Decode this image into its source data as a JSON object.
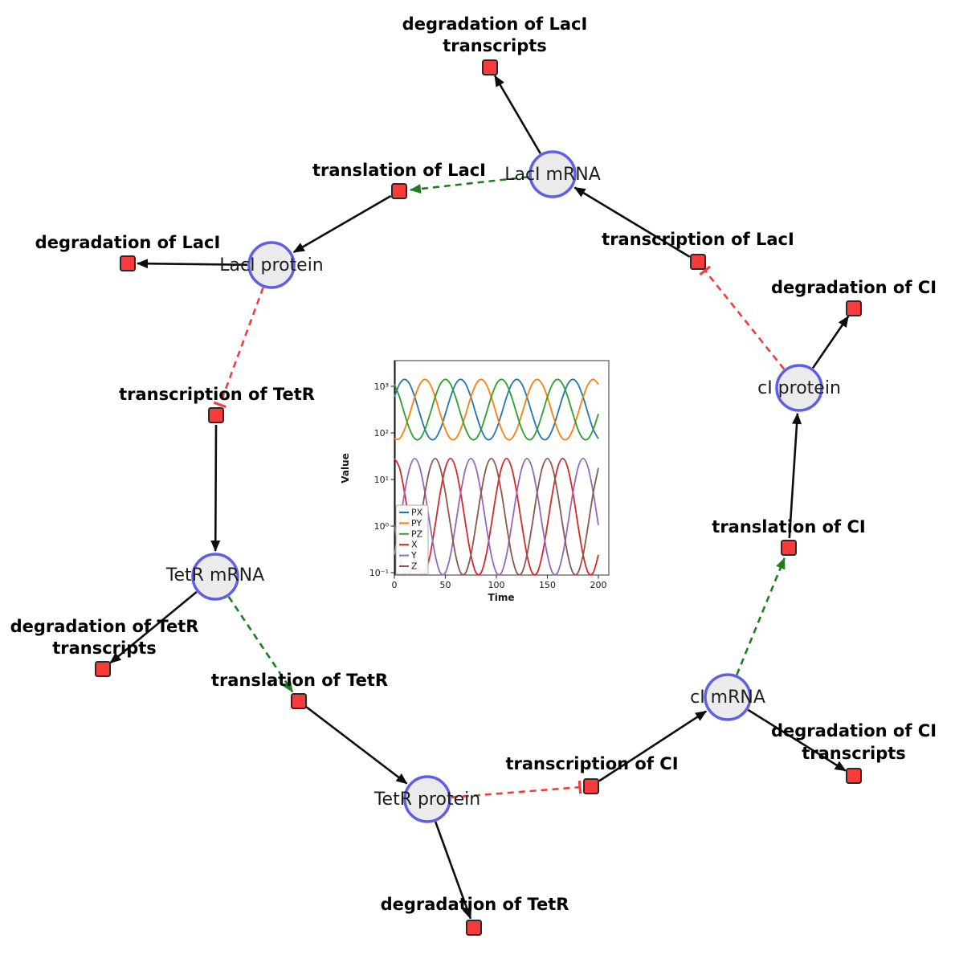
{
  "diagram": {
    "species": [
      {
        "id": "laci-mrna",
        "label": "LacI mRNA"
      },
      {
        "id": "laci-protein",
        "label": "LacI protein"
      },
      {
        "id": "tetr-mrna",
        "label": "TetR mRNA"
      },
      {
        "id": "tetr-protein",
        "label": "TetR protein"
      },
      {
        "id": "ci-mrna",
        "label": "cI mRNA"
      },
      {
        "id": "ci-protein",
        "label": "cI protein"
      }
    ],
    "reactions": [
      {
        "id": "deg-laci-transcripts",
        "label_lines": [
          "degradation of LacI",
          "transcripts"
        ]
      },
      {
        "id": "translation-laci",
        "label": "translation of LacI"
      },
      {
        "id": "transcription-laci",
        "label": "transcription of LacI"
      },
      {
        "id": "deg-laci",
        "label": "degradation of LacI"
      },
      {
        "id": "deg-ci",
        "label": "degradation of CI"
      },
      {
        "id": "transcription-tetr",
        "label": "transcription of TetR"
      },
      {
        "id": "deg-tetr-transcripts",
        "label_lines": [
          "degradation of TetR",
          "transcripts"
        ]
      },
      {
        "id": "translation-tetr",
        "label": "translation of TetR"
      },
      {
        "id": "transcription-ci",
        "label": "transcription of CI"
      },
      {
        "id": "translation-ci",
        "label": "translation of CI"
      },
      {
        "id": "deg-ci-transcripts",
        "label_lines": [
          "degradation of CI",
          "transcripts"
        ]
      },
      {
        "id": "deg-tetr",
        "label": "degradation of TetR"
      }
    ],
    "edge_types": {
      "reaction_flow": "solid black arrow",
      "modifier": "green dashed arrow",
      "inhibition": "red dashed tee"
    },
    "colors": {
      "species_fill": "#ebebeb",
      "species_stroke": "#5e5ee8",
      "reaction_fill": "#fb3b3b",
      "reaction_stroke": "#2a2a2a",
      "edge": "#0d0d0d",
      "modifier": "#1e7e1e",
      "inhibition": "#ef3d3d"
    }
  },
  "chart_data": {
    "type": "line",
    "title": "",
    "xlabel": "Time",
    "ylabel": "Value",
    "x_ticks": [
      0,
      50,
      100,
      150,
      200
    ],
    "y_tick_labels": [
      "10⁻¹",
      "10⁰",
      "10¹",
      "10²",
      "10³"
    ],
    "y_scale": "log",
    "xlim": [
      0,
      210
    ],
    "ylim": [
      0.089,
      3548
    ],
    "grid": false,
    "legend_position": "lower left",
    "time": [
      0,
      5,
      10,
      15,
      20,
      25,
      30,
      35,
      40,
      45,
      50,
      55,
      60,
      65,
      70,
      75,
      80,
      85,
      90,
      95,
      100,
      105,
      110,
      115,
      120,
      125,
      130,
      135,
      140,
      145,
      150,
      155,
      160,
      165,
      170,
      175,
      180,
      185,
      190,
      195,
      200
    ],
    "series": [
      {
        "name": "PX",
        "color": "#1f77b4",
        "values": [
          589,
          1114,
          1413,
          1114,
          589,
          256,
          119,
          75,
          75,
          119,
          256,
          589,
          1114,
          1413,
          1114,
          589,
          256,
          119,
          75,
          75,
          119,
          256,
          589,
          1114,
          1413,
          1114,
          589,
          256,
          119,
          75,
          75,
          119,
          256,
          589,
          1114,
          1413,
          1114,
          589,
          256,
          119,
          75
        ]
      },
      {
        "name": "PY",
        "color": "#ff7f0e",
        "values": [
          75,
          75,
          119,
          256,
          589,
          1114,
          1413,
          1114,
          589,
          256,
          119,
          75,
          75,
          119,
          256,
          589,
          1114,
          1413,
          1114,
          589,
          256,
          119,
          75,
          75,
          119,
          256,
          589,
          1114,
          1413,
          1114,
          589,
          256,
          119,
          75,
          75,
          119,
          256,
          589,
          1114,
          1413,
          1114
        ]
      },
      {
        "name": "PZ",
        "color": "#2ca02c",
        "values": [
          1114,
          589,
          256,
          119,
          75,
          75,
          119,
          256,
          589,
          1114,
          1413,
          1114,
          589,
          256,
          119,
          75,
          75,
          119,
          256,
          589,
          1114,
          1413,
          1114,
          589,
          256,
          119,
          75,
          75,
          119,
          256,
          589,
          1114,
          1413,
          1114,
          589,
          256,
          119,
          75,
          75,
          119,
          256
        ]
      },
      {
        "name": "X",
        "color": "#d62728",
        "values": [
          28.2,
          17.8,
          5.2,
          1.05,
          0.24,
          0.1,
          0.1,
          0.24,
          1.05,
          5.2,
          17.8,
          28.2,
          17.8,
          5.2,
          1.05,
          0.24,
          0.1,
          0.1,
          0.24,
          1.05,
          5.2,
          17.8,
          28.2,
          17.8,
          5.2,
          1.05,
          0.24,
          0.1,
          0.1,
          0.24,
          1.05,
          5.2,
          17.8,
          28.2,
          17.8,
          5.2,
          1.05,
          0.24,
          0.1,
          0.1,
          0.24
        ]
      },
      {
        "name": "Y",
        "color": "#9467bd",
        "values": [
          0.24,
          1.05,
          5.2,
          17.8,
          28.2,
          17.8,
          5.2,
          1.05,
          0.24,
          0.1,
          0.1,
          0.24,
          1.05,
          5.2,
          17.8,
          28.2,
          17.8,
          5.2,
          1.05,
          0.24,
          0.1,
          0.1,
          0.24,
          1.05,
          5.2,
          17.8,
          28.2,
          17.8,
          5.2,
          1.05,
          0.24,
          0.1,
          0.1,
          0.24,
          1.05,
          5.2,
          17.8,
          28.2,
          17.8,
          5.2,
          1.05
        ]
      },
      {
        "name": "Z",
        "color": "#8c564b",
        "values": [
          1.05,
          0.24,
          0.1,
          0.1,
          0.24,
          1.05,
          5.2,
          17.8,
          28.2,
          17.8,
          5.2,
          1.05,
          0.24,
          0.1,
          0.1,
          0.24,
          1.05,
          5.2,
          17.8,
          28.2,
          17.8,
          5.2,
          1.05,
          0.24,
          0.1,
          0.1,
          0.24,
          1.05,
          5.2,
          17.8,
          28.2,
          17.8,
          5.2,
          1.05,
          0.24,
          0.1,
          0.1,
          0.24,
          1.05,
          5.2,
          17.8
        ]
      }
    ]
  }
}
